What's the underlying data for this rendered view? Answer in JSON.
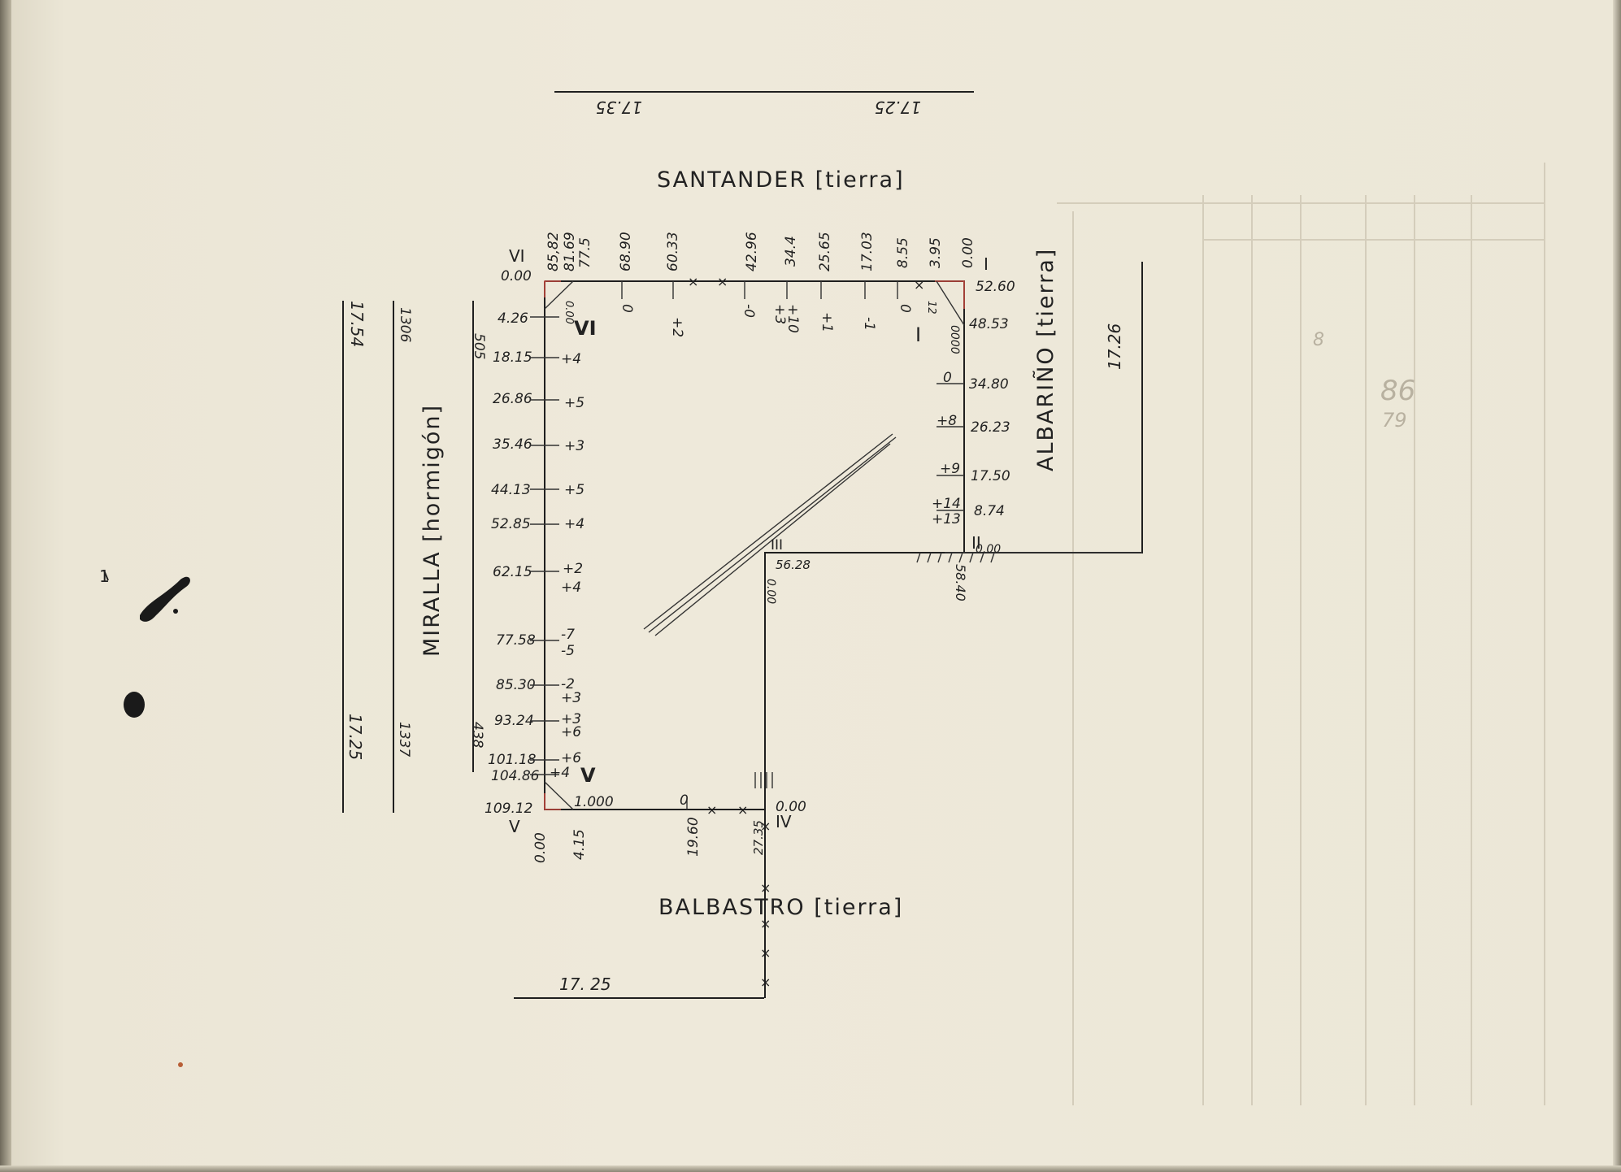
{
  "streets": {
    "top": "SANTANDER [tierra]",
    "bottom": "BALBASTRO [tierra]",
    "left": "MIRALLA [hormigón]",
    "right": "ALBARIÑO [tierra]"
  },
  "widths": {
    "top_left": "17.35",
    "top_right": "17.25",
    "left_outer_top": "17.54",
    "left_mid_top": "1306",
    "left_inner_top": "505",
    "left_outer_bottom": "17.25",
    "left_mid_bottom": "1337",
    "left_inner_bottom": "438",
    "right": "17.26",
    "bottom": "17. 25"
  },
  "vertices": {
    "I": "I",
    "II": "II",
    "III": "III",
    "IV": "IV",
    "V": "V",
    "VI": "VI"
  },
  "top_chainages": [
    "85,82",
    "81.69",
    "77.5",
    "68.90",
    "60.33",
    "42.96",
    "34.4",
    "25.65",
    "17.03",
    "8.55",
    "3.95",
    "0.00"
  ],
  "top_levels": [
    "0",
    "+2",
    "-0",
    "+10",
    "+3",
    "+1",
    "-1",
    "0",
    "12"
  ],
  "left_chainages": [
    "0.00",
    "4.26",
    "18.15",
    "26.86",
    "35.46",
    "44.13",
    "52.85",
    "62.15",
    "77.58",
    "85.30",
    "93.24",
    "101.18",
    "104.86",
    "109.12"
  ],
  "left_levels": [
    "0.00",
    "+4",
    "+5",
    "+3",
    "+5",
    "+4",
    "+2",
    "+4",
    "-7",
    "-5",
    "-2",
    "+3",
    "+3",
    "+6",
    "+6",
    "+4"
  ],
  "right_chainages": [
    "52.60",
    "48.53",
    "34.80",
    "26.23",
    "17.50",
    "8.74",
    "0.00"
  ],
  "right_levels": [
    "0000",
    "0",
    "+8",
    "+9",
    "+14",
    "+13"
  ],
  "inner": {
    "iii_chainage": "56.28",
    "iii_zero": "0.00",
    "ii_chainage": "58.40",
    "iv_zero": "0.00",
    "iv_chainage": "27.35"
  },
  "bottom_chainages": [
    "0.00",
    "4.15",
    "19.60",
    "27.35"
  ],
  "bottom_levels": [
    "1.000",
    "0"
  ],
  "stray": {
    "faint_right_1": "8",
    "faint_right_2": "86",
    "faint_right_3": "79",
    "margin_mark": "1"
  }
}
